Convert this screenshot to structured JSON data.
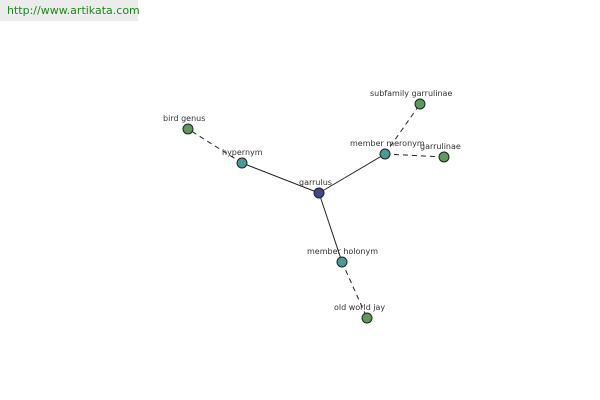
{
  "header": {
    "url": "http://www.artikata.com"
  },
  "colors": {
    "center_node": "#3b4a8c",
    "relation_node": "#4a9a9a",
    "leaf_node": "#5b9a5b",
    "edge": "#222222",
    "url_text": "#1a8a1a"
  },
  "graph": {
    "center": {
      "label": "garrulus"
    },
    "relations": [
      {
        "label": "hypernym",
        "leaves": [
          "bird genus"
        ]
      },
      {
        "label": "member meronym",
        "leaves": [
          "subfamily garrulinae",
          "garrulinae"
        ]
      },
      {
        "label": "member holonym",
        "leaves": [
          "old world jay"
        ]
      }
    ]
  }
}
